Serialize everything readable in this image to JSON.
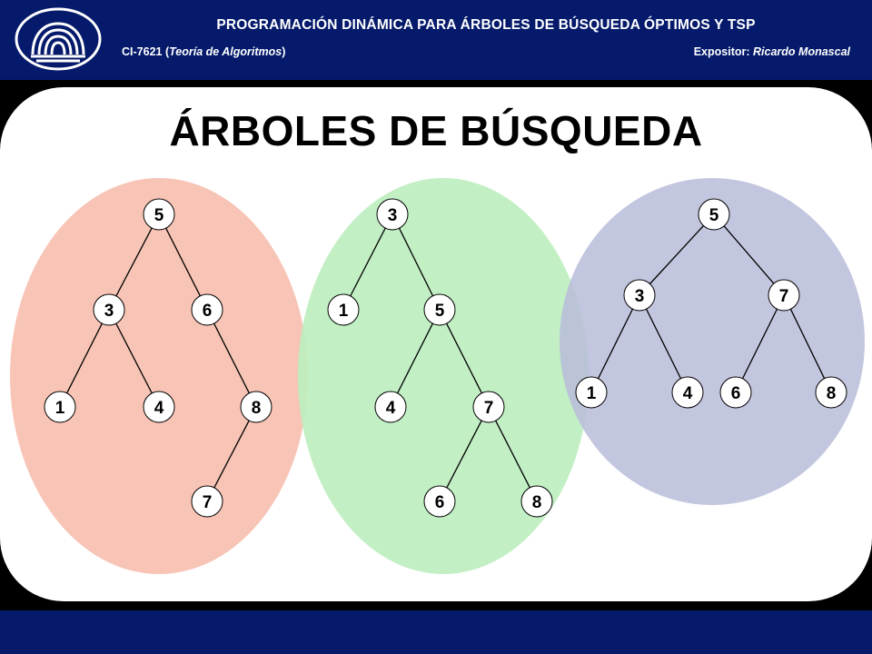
{
  "header": {
    "title": "PROGRAMACIÓN DINÁMICA PARA ÁRBOLES DE BÚSQUEDA ÓPTIMOS Y TSP",
    "course_code": "CI-7621 (",
    "course_name": "Teoría de Algoritmos",
    "course_close": ")",
    "speaker_label": "Expositor: ",
    "speaker_name": "Ricardo Monascal"
  },
  "slide": {
    "title": "ÁRBOLES DE BÚSQUEDA"
  },
  "colors": {
    "header_background": "#051a6b",
    "tree1_fill": "#f7c4b6",
    "tree2_fill": "#bdeebf",
    "tree3_fill": "#b8bcd9",
    "node_fill": "#ffffff",
    "edge": "#000000"
  },
  "trees": [
    {
      "name": "tree-1",
      "nodes": [
        {
          "id": "a",
          "label": "5"
        },
        {
          "id": "b",
          "label": "3"
        },
        {
          "id": "c",
          "label": "6"
        },
        {
          "id": "d",
          "label": "1"
        },
        {
          "id": "e",
          "label": "4"
        },
        {
          "id": "f",
          "label": "8"
        },
        {
          "id": "g",
          "label": "7"
        }
      ],
      "edges": [
        [
          "a",
          "b"
        ],
        [
          "a",
          "c"
        ],
        [
          "b",
          "d"
        ],
        [
          "b",
          "e"
        ],
        [
          "c",
          "f"
        ],
        [
          "f",
          "g"
        ]
      ]
    },
    {
      "name": "tree-2",
      "nodes": [
        {
          "id": "a",
          "label": "3"
        },
        {
          "id": "b",
          "label": "1"
        },
        {
          "id": "c",
          "label": "5"
        },
        {
          "id": "d",
          "label": "4"
        },
        {
          "id": "e",
          "label": "7"
        },
        {
          "id": "f",
          "label": "6"
        },
        {
          "id": "g",
          "label": "8"
        }
      ],
      "edges": [
        [
          "a",
          "b"
        ],
        [
          "a",
          "c"
        ],
        [
          "c",
          "d"
        ],
        [
          "c",
          "e"
        ],
        [
          "e",
          "f"
        ],
        [
          "e",
          "g"
        ]
      ]
    },
    {
      "name": "tree-3",
      "nodes": [
        {
          "id": "a",
          "label": "5"
        },
        {
          "id": "b",
          "label": "3"
        },
        {
          "id": "c",
          "label": "7"
        },
        {
          "id": "d",
          "label": "1"
        },
        {
          "id": "e",
          "label": "4"
        },
        {
          "id": "f",
          "label": "6"
        },
        {
          "id": "g",
          "label": "8"
        }
      ],
      "edges": [
        [
          "a",
          "b"
        ],
        [
          "a",
          "c"
        ],
        [
          "b",
          "d"
        ],
        [
          "b",
          "e"
        ],
        [
          "c",
          "f"
        ],
        [
          "c",
          "g"
        ]
      ]
    }
  ],
  "icons": {
    "logo": "university-logo-icon"
  }
}
